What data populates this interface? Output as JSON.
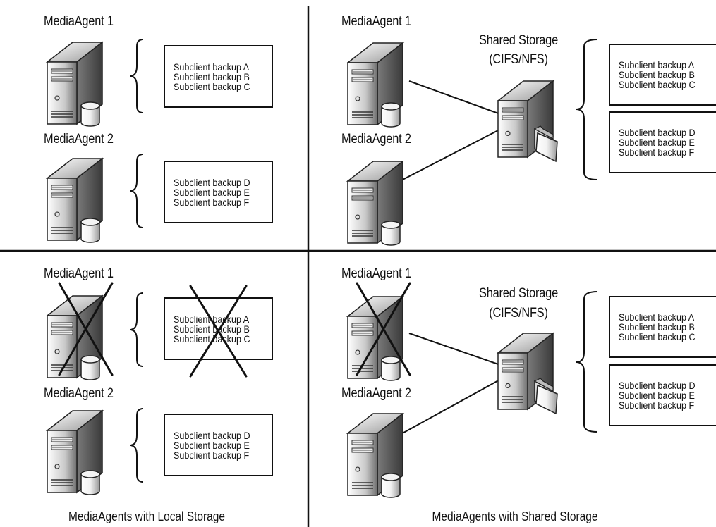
{
  "quadrants": {
    "top_left": {
      "agent1_label": "MediaAgent 1",
      "agent2_label": "MediaAgent 2",
      "box1_lines": [
        "Subclient backup A",
        "Subclient backup B",
        "Subclient backup C"
      ],
      "box2_lines": [
        "Subclient backup D",
        "Subclient backup E",
        "Subclient backup F"
      ]
    },
    "top_right": {
      "agent1_label": "MediaAgent 1",
      "agent2_label": "MediaAgent 2",
      "storage_label_1": "Shared Storage",
      "storage_label_2": "(CIFS/NFS)",
      "box1_lines": [
        "Subclient backup A",
        "Subclient backup B",
        "Subclient backup C"
      ],
      "box2_lines": [
        "Subclient backup D",
        "Subclient backup E",
        "Subclient backup F"
      ]
    },
    "bottom_left": {
      "agent1_label": "MediaAgent 1",
      "agent2_label": "MediaAgent 2",
      "box1_lines": [
        "Subclient backup A",
        "Subclient backup B",
        "Subclient backup C"
      ],
      "box2_lines": [
        "Subclient backup D",
        "Subclient backup E",
        "Subclient backup F"
      ]
    },
    "bottom_right": {
      "agent1_label": "MediaAgent 1",
      "agent2_label": "MediaAgent 2",
      "storage_label_1": "Shared Storage",
      "storage_label_2": "(CIFS/NFS)",
      "box1_lines": [
        "Subclient backup A",
        "Subclient backup B",
        "Subclient backup C"
      ],
      "box2_lines": [
        "Subclient backup D",
        "Subclient backup E",
        "Subclient backup F"
      ]
    }
  },
  "captions": {
    "left": "MediaAgents with Local Storage",
    "right": "MediaAgents with Shared Storage"
  },
  "icons": {
    "server": "server-with-disk-icon",
    "shared_storage": "server-with-folder-icon",
    "failed_mark": "x-cross-icon"
  },
  "colors": {
    "line": "#111111",
    "server_light": "#f2f2f2",
    "server_dark": "#6e6e6e"
  }
}
